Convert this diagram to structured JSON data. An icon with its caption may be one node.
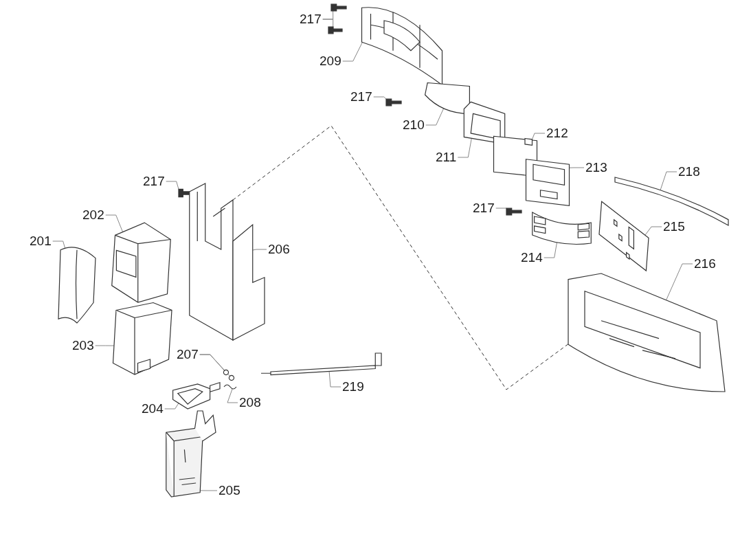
{
  "diagram": {
    "nodes": [
      {
        "text": [
          "217"
        ]
      },
      {
        "text": [
          "209"
        ]
      },
      {
        "text": [
          "217"
        ]
      },
      {
        "text": [
          "210"
        ]
      },
      {
        "text": [
          "211"
        ]
      },
      {
        "text": [
          "212"
        ]
      },
      {
        "text": [
          "213"
        ]
      },
      {
        "text": [
          "218"
        ]
      },
      {
        "text": [
          "217"
        ]
      },
      {
        "text": [
          "215"
        ]
      },
      {
        "text": [
          "214"
        ]
      },
      {
        "text": [
          "216"
        ]
      },
      {
        "text": [
          "217"
        ]
      },
      {
        "text": [
          "202"
        ]
      },
      {
        "text": [
          "201"
        ]
      },
      {
        "text": [
          "206"
        ]
      },
      {
        "text": [
          "203"
        ]
      },
      {
        "text": [
          "207"
        ]
      },
      {
        "text": [
          "208"
        ]
      },
      {
        "text": [
          "219"
        ]
      },
      {
        "text": [
          "204"
        ]
      },
      {
        "text": [
          "205"
        ]
      },
      {
        "text": [],
        "shape": "picture"
      },
      {
        "text": [],
        "shape": "picture"
      },
      {
        "text": [],
        "shape": "picture"
      },
      {
        "text": [],
        "shape": "picture"
      },
      {
        "text": [],
        "shape": "picture"
      },
      {
        "text": [],
        "shape": "picture"
      },
      {
        "text": [],
        "shape": "picture"
      },
      {
        "text": [],
        "shape": "picture"
      },
      {
        "text": [],
        "shape": "picture"
      },
      {
        "text": [],
        "shape": "picture"
      },
      {
        "text": [],
        "shape": "picture"
      },
      {
        "text": [],
        "shape": "picture"
      },
      {
        "text": [],
        "shape": "picture"
      },
      {
        "text": [],
        "shape": "picture"
      },
      {
        "text": [],
        "shape": "picture"
      },
      {
        "text": [],
        "shape": "picture"
      },
      {
        "text": [],
        "shape": "picture"
      },
      {
        "text": [],
        "shape": "picture"
      },
      {
        "text": [],
        "shape": "circle"
      },
      {
        "text": [],
        "shape": "circle"
      },
      {
        "text": [],
        "shape": "picture"
      },
      {
        "text": [],
        "shape": "picture"
      },
      {
        "text": [],
        "shape": "picture"
      },
      {
        "text": [],
        "shape": "picture"
      }
    ],
    "edges": [
      {
        "from": 0,
        "to": 22,
        "arrow": "none"
      },
      {
        "from": 0,
        "to": 23,
        "arrow": "none"
      },
      {
        "from": 1,
        "to": 24,
        "arrow": "none"
      },
      {
        "from": 2,
        "to": 25,
        "arrow": "none"
      },
      {
        "from": 3,
        "to": 26,
        "arrow": "none"
      },
      {
        "from": 4,
        "to": 27,
        "arrow": "none"
      },
      {
        "from": 5,
        "to": 28,
        "arrow": "none"
      },
      {
        "from": 6,
        "to": 29,
        "arrow": "none"
      },
      {
        "from": 7,
        "to": 30,
        "arrow": "none"
      },
      {
        "from": 8,
        "to": 31,
        "arrow": "none"
      },
      {
        "from": 9,
        "to": 32,
        "arrow": "none"
      },
      {
        "from": 10,
        "to": 33,
        "arrow": "none"
      },
      {
        "from": 11,
        "to": 34,
        "arrow": "none"
      },
      {
        "from": 12,
        "to": 35,
        "arrow": "none"
      },
      {
        "from": 13,
        "to": 36,
        "arrow": "none"
      },
      {
        "from": 14,
        "to": 37,
        "arrow": "none"
      },
      {
        "from": 15,
        "to": 38,
        "arrow": "none"
      },
      {
        "from": 16,
        "to": 39,
        "arrow": "none"
      },
      {
        "from": 17,
        "to": 40,
        "arrow": "none"
      },
      {
        "from": 17,
        "to": 41,
        "arrow": "none"
      },
      {
        "from": 18,
        "to": 42,
        "arrow": "none"
      },
      {
        "from": 19,
        "to": 43,
        "arrow": "none"
      },
      {
        "from": 20,
        "to": 44,
        "arrow": "none"
      },
      {
        "from": 21,
        "to": 45,
        "arrow": "none"
      },
      {
        "from": 38,
        "to": 34,
        "arrow": "none",
        "style": "dashed"
      }
    ]
  }
}
